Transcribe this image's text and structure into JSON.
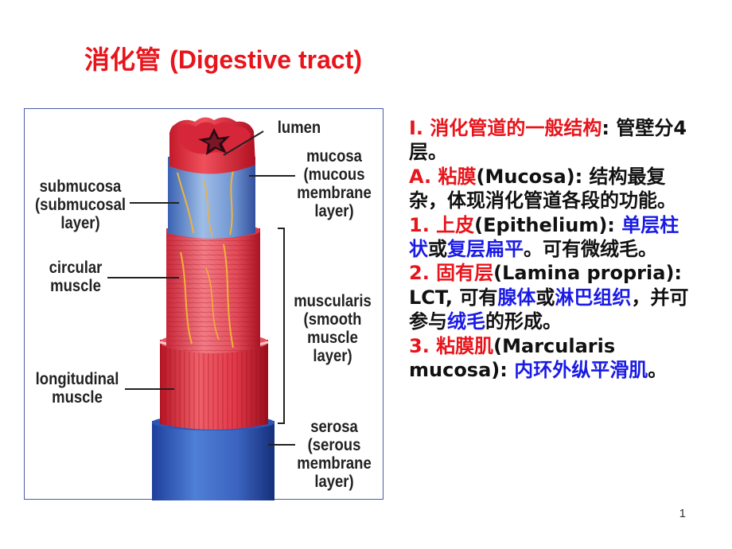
{
  "title": {
    "zh": "消化管",
    "en": "(Digestive tract)"
  },
  "labels": {
    "lumen": "lumen",
    "mucosa": [
      "mucosa",
      "(mucous",
      "membrane",
      "layer)"
    ],
    "submucosa": [
      "submucosa",
      "(submucosal",
      "layer)"
    ],
    "circular": [
      "circular",
      "muscle"
    ],
    "muscularis": [
      "muscularis",
      "(smooth",
      "muscle",
      "layer)"
    ],
    "longitudinal": [
      "longitudinal",
      "muscle"
    ],
    "serosa": [
      "serosa",
      "(serous",
      "membrane",
      "layer)"
    ]
  },
  "text": {
    "l1_red": "I. 消化管道的一般结构",
    "l1_rest": ": 管壁分4层。",
    "l2_red": "A. 粘膜",
    "l2_rest": "(Mucosa): 结构最复杂，体现消化管道各段的功能。",
    "l3_red": "1. 上皮",
    "l3_mid": "(Epithelium): ",
    "l3_blue1": "单层柱状",
    "l3_or": "或",
    "l3_blue2": "复层扁平",
    "l3_end": "。可有微绒毛。",
    "l4_red": "2. 固有层",
    "l4_mid": "(Lamina propria): LCT, 可有",
    "l4_blue1": "腺体",
    "l4_or": "或",
    "l4_blue2": "淋巴组织",
    "l4_mid2": "，并可参与",
    "l4_blue3": "绒毛",
    "l4_end": "的形成。",
    "l5_red": "3. 粘膜肌",
    "l5_mid": "(Marcularis mucosa): ",
    "l5_blue": "内环外纵平滑肌",
    "l5_end": "。"
  },
  "page_number": "1",
  "colors": {
    "title": "#e8141b",
    "highlight_red": "#e8141b",
    "highlight_blue": "#1a1ae6",
    "frame": "#4a5aa8"
  }
}
